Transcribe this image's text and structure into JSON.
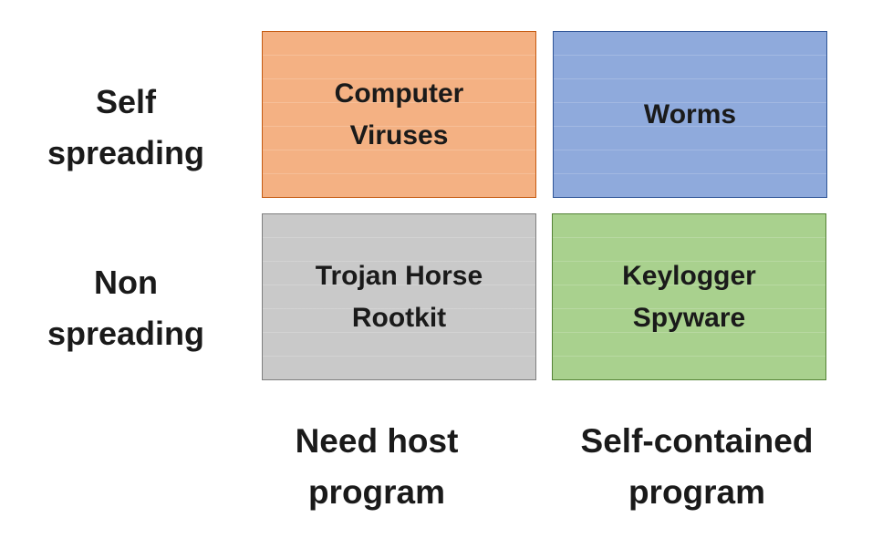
{
  "rows": [
    {
      "line1": "Self",
      "line2": "spreading"
    },
    {
      "line1": "Non",
      "line2": "spreading"
    }
  ],
  "columns": [
    {
      "line1": "Need host",
      "line2": "program"
    },
    {
      "line1": "Self-contained",
      "line2": "program"
    }
  ],
  "cells": {
    "viruses": {
      "line1": "Computer",
      "line2": "Viruses",
      "fill": "#f4b183",
      "border": "#c55a11"
    },
    "worms": {
      "line1": "Worms",
      "fill": "#8faadc",
      "border": "#2f5597"
    },
    "trojan": {
      "line1": "Trojan Horse",
      "line2": "Rootkit",
      "fill": "#c9c9c9",
      "border": "#7f7f7f"
    },
    "keylogger": {
      "line1": "Keylogger",
      "line2": "Spyware",
      "fill": "#a9d18e",
      "border": "#548235"
    }
  }
}
